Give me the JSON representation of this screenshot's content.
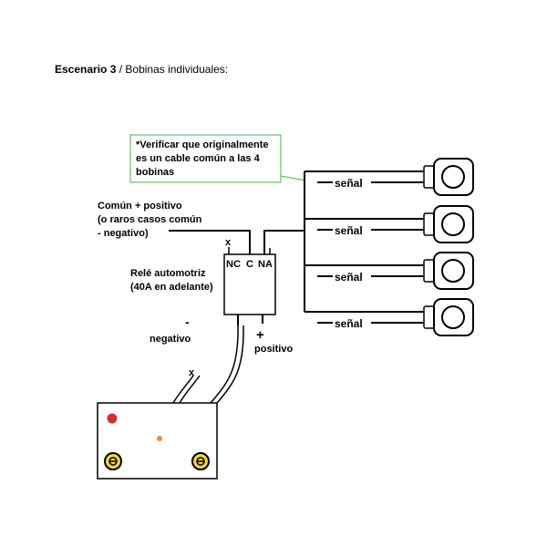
{
  "header": {
    "scenario": "Escenario 3",
    "separator": " / ",
    "subtitle": "Bobinas individuales:"
  },
  "note": {
    "line1": "*Verificar que originalmente",
    "line2": "es un cable común a las 4",
    "line3": "bobinas"
  },
  "common": {
    "line1": "Común  + positivo",
    "line2": "(o raros casos común",
    "line3": " - negativo)"
  },
  "relay": {
    "line1": "Relé automotriz",
    "line2": "(40A en adelante)",
    "pins": {
      "nc": "NC",
      "c": "C",
      "na": "NA"
    },
    "unused_mark": "x"
  },
  "power": {
    "minus_sign": "-",
    "negative_label": "negativo",
    "plus_sign": "+",
    "positive_label": "positivo",
    "cable_mark": "x"
  },
  "coils": {
    "signal_labels": [
      "señal",
      "señal",
      "señal",
      "señal"
    ]
  },
  "colors": {
    "note_border": "#4caf50",
    "battery_red": "#d32f2f",
    "battery_orange": "#f08a3c",
    "terminal_fill": "#f5d24a"
  }
}
